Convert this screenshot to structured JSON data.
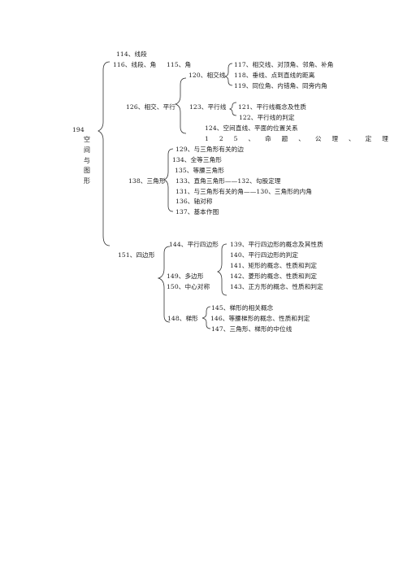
{
  "root": {
    "number": "194",
    "chars": [
      "空",
      "间",
      "与",
      "图",
      "形"
    ]
  },
  "items": {
    "i114": "114、线段",
    "i116": "116、线段、角",
    "i115": "115、角",
    "i120": "120、相交线",
    "i117": "117、相交线、对顶角、邻角、补角",
    "i118": "118、垂线、点到直线的距离",
    "i119": "119、同位角、内错角、同旁内角",
    "i126": "126、相交、平行",
    "i123": "123、平行线",
    "i121": "121、平行线概念及性质",
    "i122": "122、平行线的判定",
    "i124": "124、空间直线、平面的位置关系",
    "i125": "125、命题、公理、定理",
    "i129": "129、与三角形有关的边",
    "i134": "134、全等三角形",
    "i135": "135、等腰三角形",
    "i138": "138、三角形",
    "i133": "133、直角三角形——132、勾股定理",
    "i131": "131、与三角形有关的角——130、三角形的内角",
    "i136": "136、轴对称",
    "i137": "137、基本作图",
    "i144": "144、平行四边形",
    "i139": "139、平行四边形的概念及其性质",
    "i140": "140、平行四边形的判定",
    "i151": "151、四边形",
    "i141": "141、矩形的概念、性质和判定",
    "i149": "149、多边形",
    "i142": "142、菱形的概念、性质和判定",
    "i150": "150、中心对称",
    "i143": "143、正方形的概念、性质和判定",
    "i145": "145、梯形的相关概念",
    "i148": "148、梯形",
    "i146": "146、等腰梯形的概念、性质和判定",
    "i147": "147、三角形、梯形的中位线"
  }
}
